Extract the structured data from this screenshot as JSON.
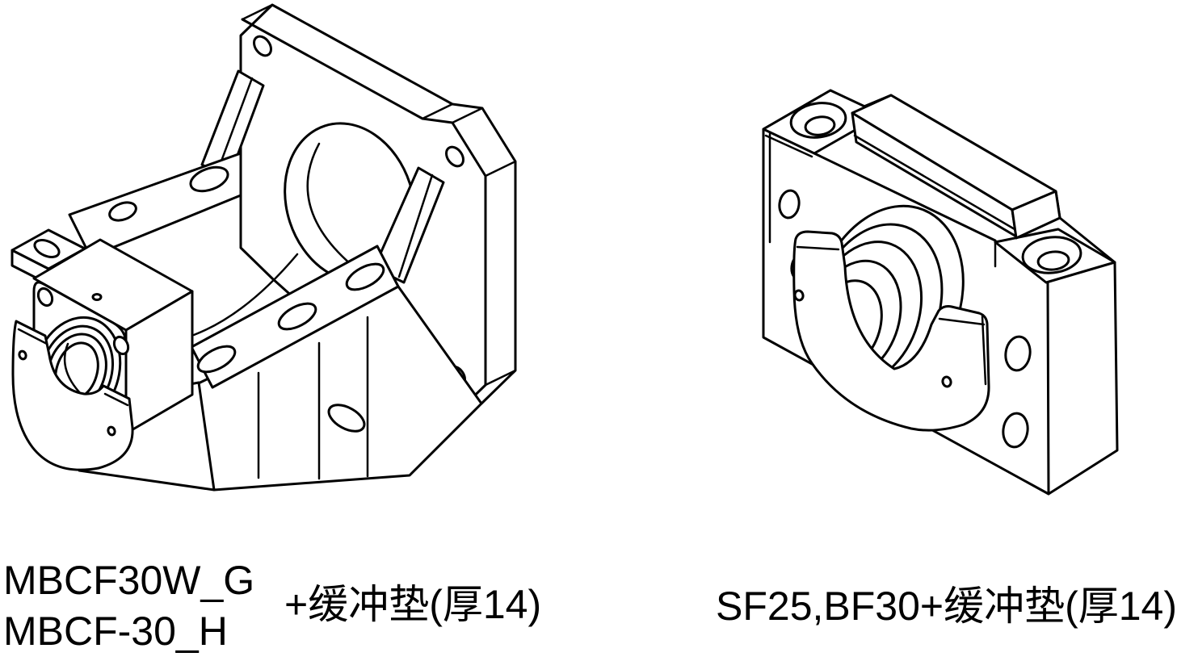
{
  "canvas": {
    "background_color": "#ffffff",
    "line_color": "#000000"
  },
  "left_figure": {
    "alt": "isometric line drawing of motor-mount bracket with square flange, bore and clamp bearing housing",
    "model_line1": "MBCF30W_G",
    "model_line2": "MBCF-30_H",
    "suffix": "+缓冲垫(厚14)"
  },
  "right_figure": {
    "alt": "isometric line drawing of bearing support block with clamp and counterbored holes",
    "label": "SF25,BF30+缓冲垫(厚14)"
  }
}
